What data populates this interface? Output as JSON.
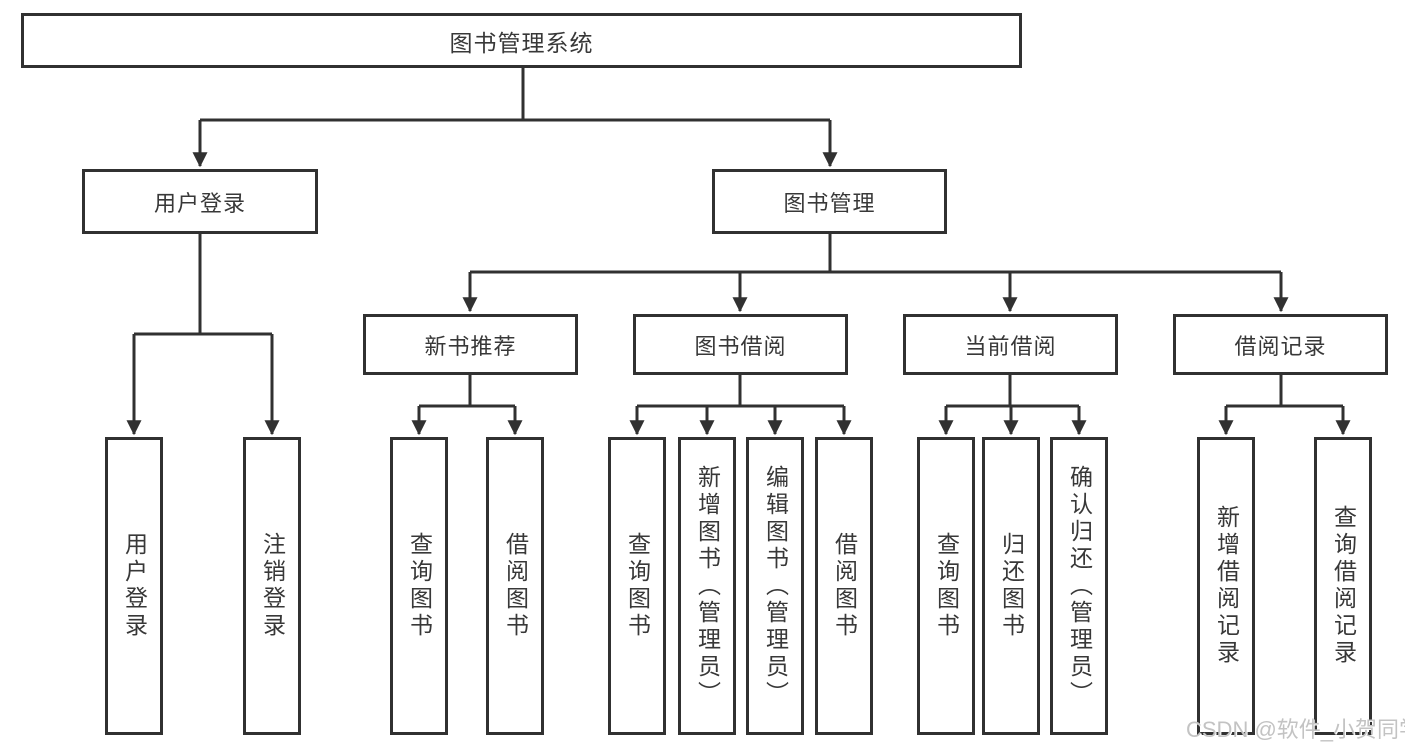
{
  "diagram_type": "function-structure-tree",
  "colors": {
    "background": "#ffffff",
    "line": "#313131",
    "box_border": "#313131",
    "text": "#383838",
    "watermark_text": "#c3c3c3"
  },
  "watermark": {
    "text": "CSDN @软件_小贺同学"
  },
  "tree": {
    "label": "图书管理系统",
    "children": [
      {
        "label": "用户登录",
        "children": [
          {
            "label": "用户登录"
          },
          {
            "label": "注销登录"
          }
        ]
      },
      {
        "label": "图书管理",
        "children": [
          {
            "label": "新书推荐",
            "children": [
              {
                "label": "查询图书"
              },
              {
                "label": "借阅图书"
              }
            ]
          },
          {
            "label": "图书借阅",
            "children": [
              {
                "label": "查询图书"
              },
              {
                "label": "新增图书（管理员）"
              },
              {
                "label": "编辑图书（管理员）"
              },
              {
                "label": "借阅图书"
              }
            ]
          },
          {
            "label": "当前借阅",
            "children": [
              {
                "label": "查询图书"
              },
              {
                "label": "归还图书"
              },
              {
                "label": "确认归还（管理员）"
              }
            ]
          },
          {
            "label": "借阅记录",
            "children": [
              {
                "label": "新增借阅记录"
              },
              {
                "label": "查询借阅记录"
              }
            ]
          }
        ]
      }
    ]
  }
}
